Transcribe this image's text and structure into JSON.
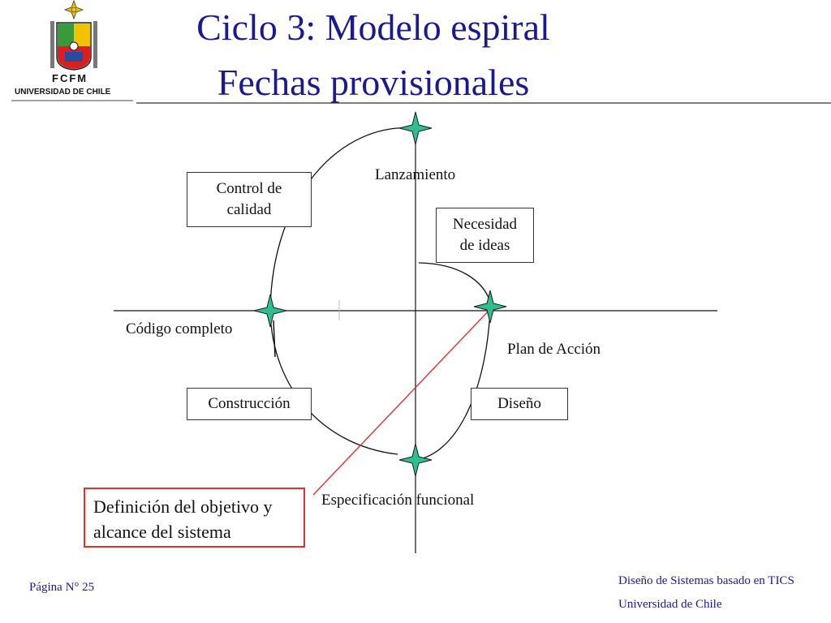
{
  "title": {
    "line1": "Ciclo 3: Modelo espiral",
    "line2": "Fechas provisionales"
  },
  "logo": {
    "acronym": "FCFM",
    "university": "UNIVERSIDAD DE CHILE"
  },
  "diagram": {
    "boxes": {
      "quality_control": "Control de calidad",
      "ideas_need": "Necesidad de ideas",
      "construction": "Construcción",
      "design": "Diseño"
    },
    "milestones": {
      "launch": "Lanzamiento",
      "complete_code": "Código completo",
      "action_plan": "Plan de Acción",
      "functional_spec": "Especificación funcional"
    },
    "objective": "Definición del objetivo y alcance del sistema"
  },
  "footer": {
    "page": "Página N° 25",
    "course": "Diseño de Sistemas basado en TICS",
    "university": "Universidad de Chile"
  },
  "colors": {
    "title": "#1a1a8c",
    "star": "#2fbf8f",
    "objective_border": "#e03030"
  }
}
